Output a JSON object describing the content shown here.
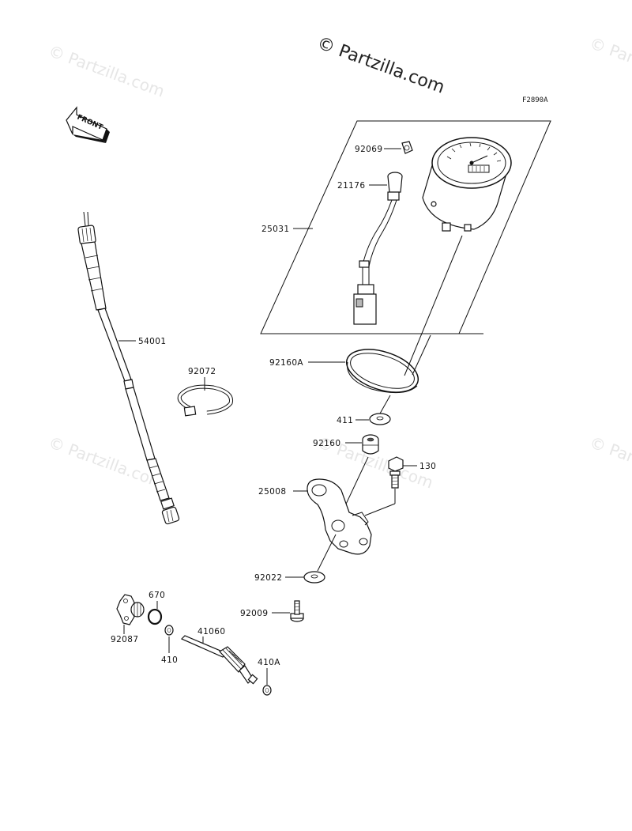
{
  "watermark": {
    "main": "© Partzilla.com",
    "faint": "© Partzilla.com"
  },
  "figure_code": "F2890A",
  "front_arrow_label": "FRONT",
  "callouts": {
    "p92069": "92069",
    "p21176": "21176",
    "p25031": "25031",
    "p54001": "54001",
    "p92072": "92072",
    "p92160A": "92160A",
    "p411": "411",
    "p92160": "92160",
    "p130": "130",
    "p25008": "25008",
    "p92022": "92022",
    "p670": "670",
    "p92009": "92009",
    "p92087": "92087",
    "p41060": "41060",
    "p410": "410",
    "p410A": "410A"
  }
}
